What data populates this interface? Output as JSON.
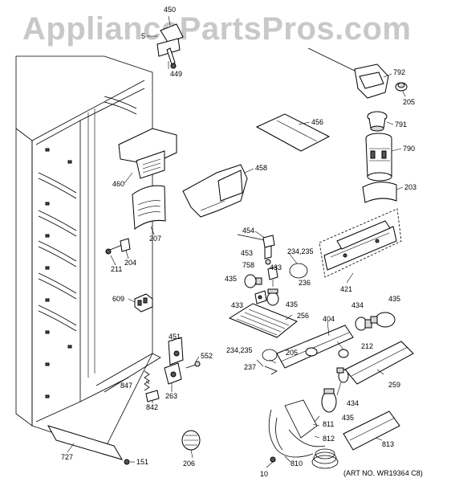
{
  "watermark": "AppliancePartsPros.com",
  "art_number": "(ART NO. WR19364 C8)",
  "callouts": {
    "c450": "450",
    "c5": "5",
    "c449": "449",
    "c792": "792",
    "c205a": "205",
    "c456": "456",
    "c791": "791",
    "c790": "790",
    "c460": "460",
    "c458": "458",
    "c203": "203",
    "c207": "207",
    "c454": "454",
    "c453": "453",
    "c234_235a": "234,235",
    "c211": "211",
    "c204": "204",
    "c758": "758",
    "c433a": "433",
    "c435a": "435",
    "c236": "236",
    "c421": "421",
    "c609": "609",
    "c433b": "433",
    "c435b": "435",
    "c434a": "434",
    "c435c": "435",
    "c256": "256",
    "c404": "404",
    "c451": "451",
    "c552": "552",
    "c234_235b": "234,235",
    "c205b": "205",
    "c212": "212",
    "c237": "237",
    "c847": "847",
    "c263": "263",
    "c842": "842",
    "c259": "259",
    "c434b": "434",
    "c435d": "435",
    "c811": "811",
    "c812": "812",
    "c813": "813",
    "c727": "727",
    "c151": "151",
    "c206": "206",
    "c810": "810",
    "c10": "10"
  }
}
